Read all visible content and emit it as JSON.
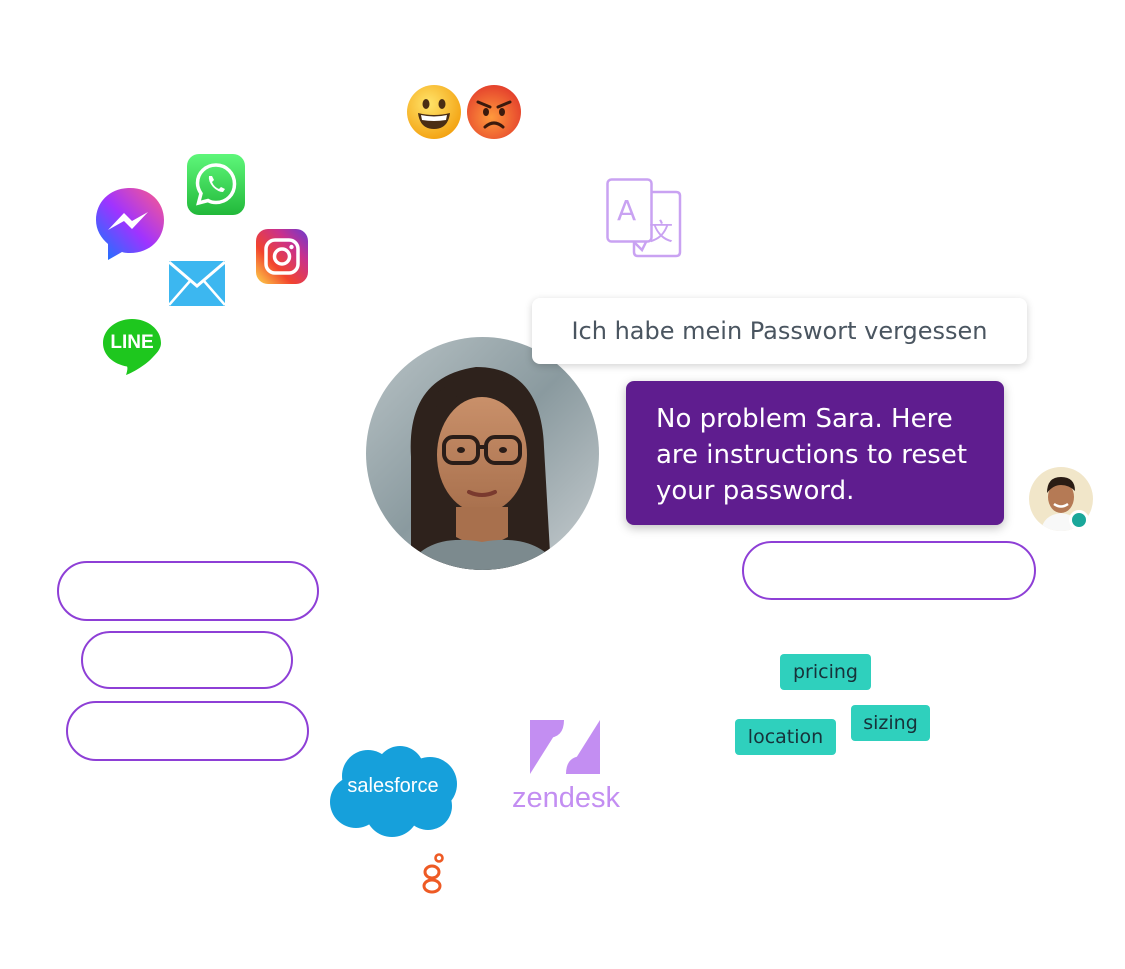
{
  "chat": {
    "user_message": "Ich habe mein Passwort vergessen",
    "bot_message": "No problem Sara. Here are instructions to reset your password."
  },
  "tags": [
    "pricing",
    "sizing",
    "location"
  ],
  "brands": {
    "line": "LINE",
    "salesforce": "salesforce",
    "zendesk": "zendesk"
  },
  "translate_glyphs": {
    "latin": "A",
    "kanji": "文"
  },
  "colors": {
    "accent_purple": "#5f1d8f",
    "outline_purple": "#8e3fd6",
    "tag_teal": "#2fd0bd",
    "online_dot": "#1aa79a"
  },
  "icons": [
    "smile-emoji-icon",
    "angry-emoji-icon",
    "messenger-icon",
    "whatsapp-icon",
    "instagram-icon",
    "email-icon",
    "line-icon",
    "translate-icon",
    "salesforce-logo",
    "zendesk-logo",
    "genesys-logo"
  ]
}
